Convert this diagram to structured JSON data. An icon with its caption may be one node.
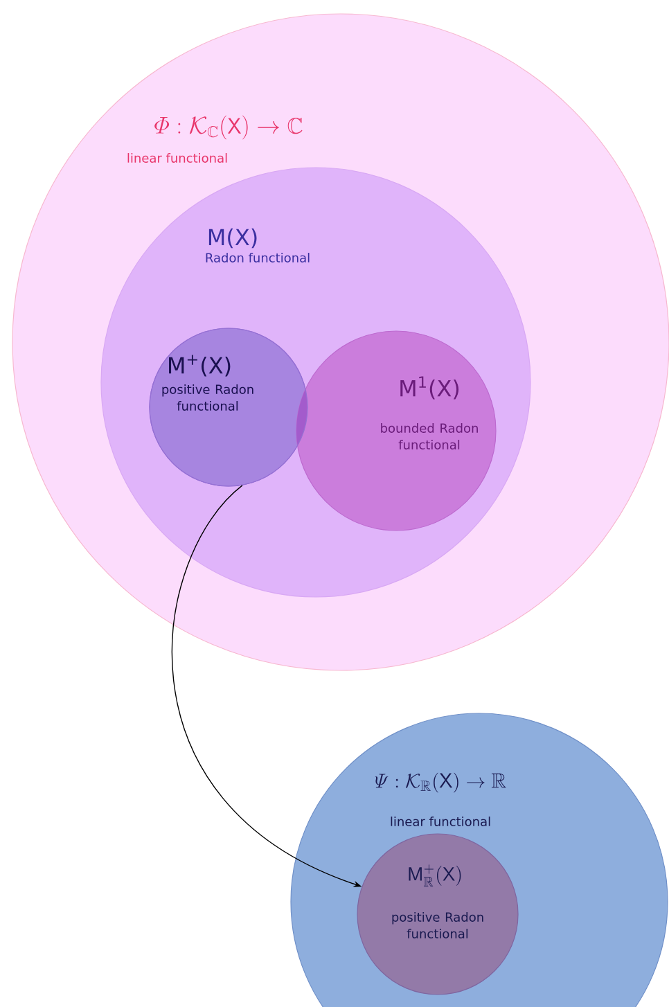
{
  "diagram": {
    "nodes": [
      {
        "text": [
          "\\mathnormal{\\Phi} : \\mathcal{K}_{\\mathbb{C}}(\\mathsf{X}) \\to \\mathbb{C}",
          "linear functional"
        ]
      },
      {
        "text": [
          "M(X)",
          "Radon functional"
        ],
        "in": 0
      },
      {
        "text": [
          "M$^{+}$(X)",
          "positive Radon functional"
        ],
        "in": 1
      },
      {
        "text": [
          "M$^{1}$(X)",
          "bounded Radon functional"
        ],
        "in": 1
      },
      {
        "text": [
          "\\mathnormal{\\Psi} : \\mathcal{K}_{\\mathbb{R}}(\\mathsf{X}) \\to \\mathbb{R}",
          "linear functional"
        ]
      },
      {
        "text": [
          "\\mathsf{M}^{+}_{\\mathbb{R}}(\\mathsf{X})",
          "positive Radon functional"
        ],
        "in": 4
      }
    ],
    "edges": [
      {
        "from": 2,
        "to": 5,
        "arrow": "to"
      }
    ]
  }
}
